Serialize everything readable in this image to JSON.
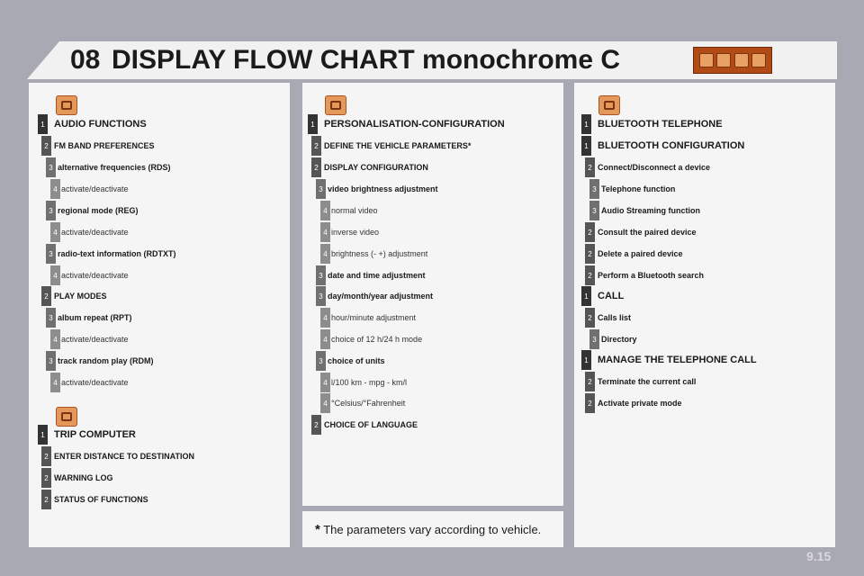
{
  "header": {
    "chapter": "08",
    "title": "DISPLAY FLOW CHART monochrome C"
  },
  "columns": {
    "left": [
      {
        "level": "1",
        "text": "AUDIO FUNCTIONS"
      },
      {
        "level": "2",
        "text": "FM BAND PREFERENCES"
      },
      {
        "level": "3",
        "text": "alternative frequencies (RDS)"
      },
      {
        "level": "4",
        "text": "activate/deactivate"
      },
      {
        "level": "3",
        "text": "regional mode (REG)"
      },
      {
        "level": "4",
        "text": "activate/deactivate"
      },
      {
        "level": "3",
        "text": "radio-text information (RDTXT)"
      },
      {
        "level": "4",
        "text": "activate/deactivate"
      },
      {
        "level": "2",
        "text": "PLAY MODES"
      },
      {
        "level": "3",
        "text": "album repeat (RPT)"
      },
      {
        "level": "4",
        "text": "activate/deactivate"
      },
      {
        "level": "3",
        "text": "track random play (RDM)"
      },
      {
        "level": "4",
        "text": "activate/deactivate"
      },
      {
        "level": "1",
        "text": "TRIP COMPUTER"
      },
      {
        "level": "2",
        "text": "ENTER DISTANCE TO DESTINATION"
      },
      {
        "level": "2",
        "text": "WARNING LOG"
      },
      {
        "level": "2",
        "text": "STATUS OF FUNCTIONS"
      }
    ],
    "middle": [
      {
        "level": "1",
        "text": "PERSONALISATION-CONFIGURATION"
      },
      {
        "level": "2",
        "text": "DEFINE THE VEHICLE PARAMETERS*"
      },
      {
        "level": "2",
        "text": "DISPLAY CONFIGURATION"
      },
      {
        "level": "3",
        "text": "video brightness adjustment"
      },
      {
        "level": "4",
        "text": "normal video"
      },
      {
        "level": "4",
        "text": "inverse video"
      },
      {
        "level": "4",
        "text": "brightness (- +) adjustment"
      },
      {
        "level": "3",
        "text": "date and time adjustment"
      },
      {
        "level": "3",
        "text": "day/month/year adjustment"
      },
      {
        "level": "4",
        "text": "hour/minute adjustment"
      },
      {
        "level": "4",
        "text": "choice of 12 h/24 h mode"
      },
      {
        "level": "3",
        "text": "choice of units"
      },
      {
        "level": "4",
        "text": "l/100 km - mpg - km/l"
      },
      {
        "level": "4",
        "text": "°Celsius/°Fahrenheit"
      },
      {
        "level": "2",
        "text": "CHOICE OF LANGUAGE"
      }
    ],
    "right": [
      {
        "level": "1",
        "text": "BLUETOOTH TELEPHONE"
      },
      {
        "level": "1",
        "text": "BLUETOOTH CONFIGURATION"
      },
      {
        "level": "2",
        "text": "Connect/Disconnect a device"
      },
      {
        "level": "3",
        "text": "Telephone function"
      },
      {
        "level": "3",
        "text": "Audio Streaming function"
      },
      {
        "level": "2",
        "text": "Consult the paired device"
      },
      {
        "level": "2",
        "text": "Delete a paired device"
      },
      {
        "level": "2",
        "text": "Perform a Bluetooth search"
      },
      {
        "level": "1",
        "text": "CALL"
      },
      {
        "level": "2",
        "text": "Calls list"
      },
      {
        "level": "3",
        "text": "Directory"
      },
      {
        "level": "1",
        "text": "MANAGE THE TELEPHONE CALL"
      },
      {
        "level": "2",
        "text": "Terminate the current call"
      },
      {
        "level": "2",
        "text": "Activate private mode"
      }
    ]
  },
  "footnote": {
    "star": "*",
    "text": "The parameters vary according to vehicle."
  },
  "page_number": "9.15"
}
